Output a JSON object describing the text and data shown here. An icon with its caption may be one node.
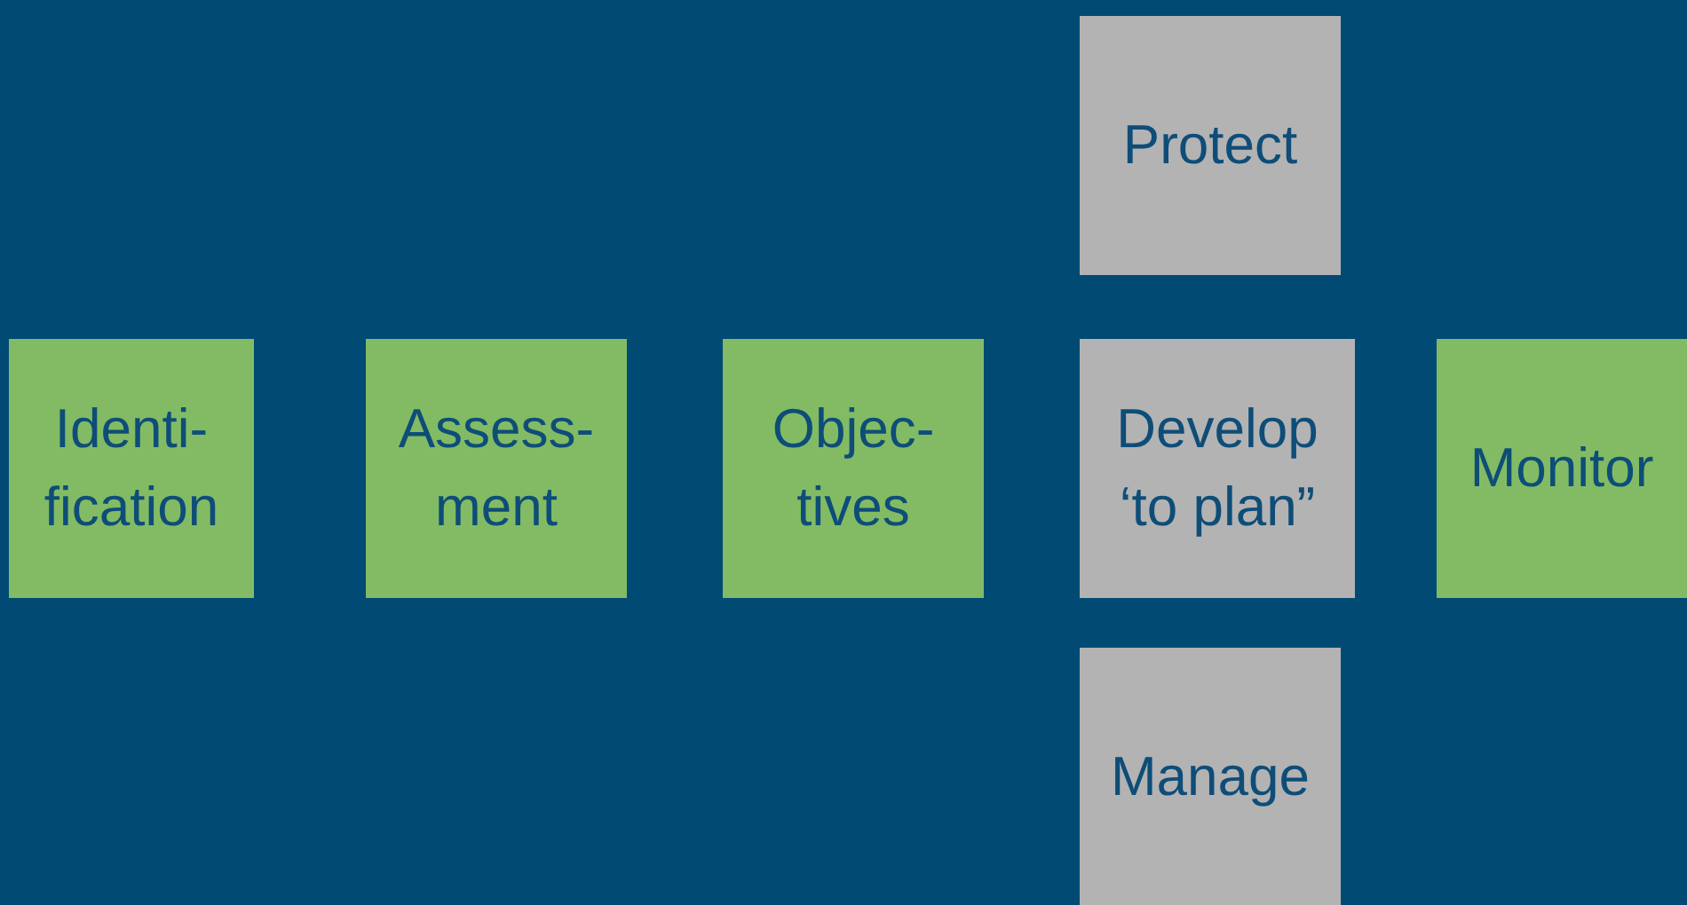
{
  "diagram": {
    "nodes": [
      {
        "text": [
          "Identi- fication"
        ]
      },
      {
        "text": [
          "Assess- ment"
        ]
      },
      {
        "text": [
          "Objec- tives"
        ]
      },
      {
        "text": [
          "Protect"
        ]
      },
      {
        "text": [
          "Develop ‘to plan”"
        ]
      },
      {
        "text": [
          "Monitor"
        ]
      },
      {
        "text": [
          "Manage"
        ]
      }
    ]
  }
}
